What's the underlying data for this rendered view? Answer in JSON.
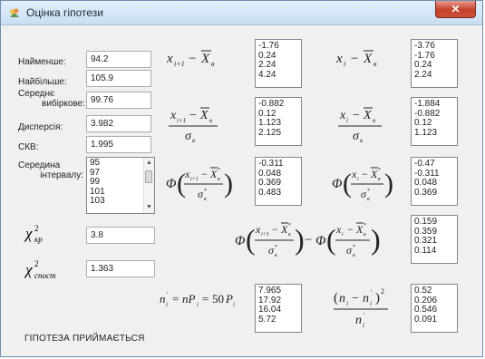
{
  "window": {
    "title": "Оцінка гіпотези",
    "close_glyph": "✕"
  },
  "labels": {
    "min": "Найменше:",
    "max": "Найбільше:",
    "mean_l1": "Середнє",
    "mean_l2": "вибіркове:",
    "variance": "Дисперсія:",
    "std": "СКВ:",
    "mid_l1": "Середина",
    "mid_l2": "інтервалу:"
  },
  "fields": {
    "min": "94.2",
    "max": "105.9",
    "mean": "99.76",
    "variance": "3.982",
    "std": "1.995",
    "chi_crit": "3.8",
    "chi_obs": "1.363"
  },
  "interval_mids": [
    "95",
    "97",
    "99",
    "101",
    "103"
  ],
  "columns": {
    "diff_next": [
      "-1.76",
      "0.24",
      "2.24",
      "4.24"
    ],
    "diff_cur": [
      "-3.76",
      "-1.76",
      "0.24",
      "2.24"
    ],
    "norm_next": [
      "-0.882",
      "0.12",
      "1.123",
      "2.125"
    ],
    "norm_cur": [
      "-1.884",
      "-0.882",
      "0.12",
      "1.123"
    ],
    "phi_next": [
      "-0.311",
      "0.048",
      "0.369",
      "0.483"
    ],
    "phi_cur": [
      "-0.47",
      "-0.311",
      "0.048",
      "0.369"
    ],
    "phi_diff": [
      "0.159",
      "0.359",
      "0.321",
      "0.114"
    ],
    "n_theor": [
      "7.965",
      "17.92",
      "16.04",
      "5.72"
    ],
    "chi_terms": [
      "0.52",
      "0.206",
      "0.546",
      "0.091"
    ]
  },
  "status": "ГІПОТЕЗА ПРИЙМАЄТЬСЯ",
  "colors": {
    "accent": "#c4412b",
    "titlebar": "#d3e4f5"
  }
}
